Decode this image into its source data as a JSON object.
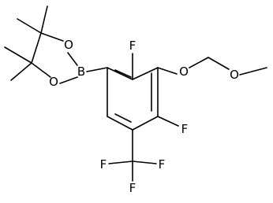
{
  "molecule": {
    "atoms": {
      "boron": "B",
      "ring_oxygen_top": "O",
      "ring_oxygen_bottom": "O",
      "fluorine_top": "F",
      "ether_oxygen": "O",
      "methoxy_oxygen": "O",
      "fluorine_ring_lower": "F",
      "cf3_fluorine_left": "F",
      "cf3_fluorine_right": "F",
      "cf3_fluorine_bottom": "F"
    }
  }
}
